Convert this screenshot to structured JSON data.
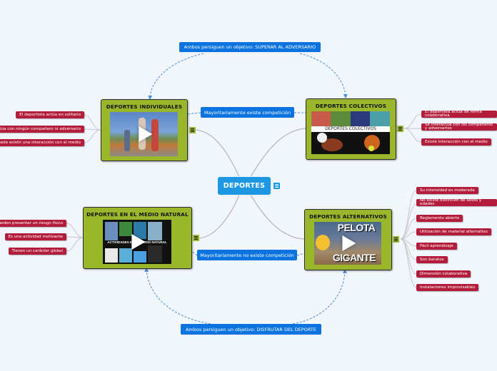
{
  "central": {
    "label": "DEPORTES"
  },
  "colors": {
    "central": "#1b97e4",
    "topic": "#9ab62b",
    "relation": "#0b73e0",
    "leaf": "#b31d3b",
    "connector": "#b8b8b8",
    "dashed": "#4a90d9"
  },
  "topics": {
    "individuales": {
      "title": "DEPORTES INDIVIDUALES",
      "leaves": [
        "El deportista actúa en solitario",
        "No actúa con ningún compañero ni adversario",
        "Puede existir una interacción con el medio"
      ]
    },
    "colectivos": {
      "title": "DEPORTES COLECTIVOS",
      "media_caption": "DEPORTES COLECTIVOS",
      "leaves": [
        "El deportista actúa de forma colaborativa",
        "Se interactúa con los compañeros y adversarios",
        "Existe interacción con el medio"
      ]
    },
    "natural": {
      "title": "DEPORTES EN EL MEDIO NATURAL",
      "media_caption": "ACTIVIDADES EN EL MEDIO NATURAL",
      "leaves": [
        "Pueden presentar un riesgo físico",
        "Es una actividad motivante",
        "Tienen un carácter global"
      ]
    },
    "alternativos": {
      "title": "DEPORTES ALTERNATIVOS",
      "media_caption_top": "PELOTA",
      "media_caption_bottom": "GIGANTE",
      "leaves": [
        "Su intensidad es moderada",
        "No existe distinción de sexos y edades",
        "Reglamento abierto",
        "Utilización de material alternativo",
        "Fácil aprendizaje",
        "Son baratos",
        "Dimensión colaborativa",
        "Instalaciones improvisables"
      ]
    }
  },
  "relations": {
    "top": "Ambos persiguen un objetivo: SUPERAR AL ADVERSARIO",
    "upper_mid": "Mayoritariamente existe competición",
    "lower_mid": "Mayoritariamente no existe competición",
    "bottom": "Ambos persiguen un objetivo: DISFRUTAR DEL DEPORTE"
  }
}
